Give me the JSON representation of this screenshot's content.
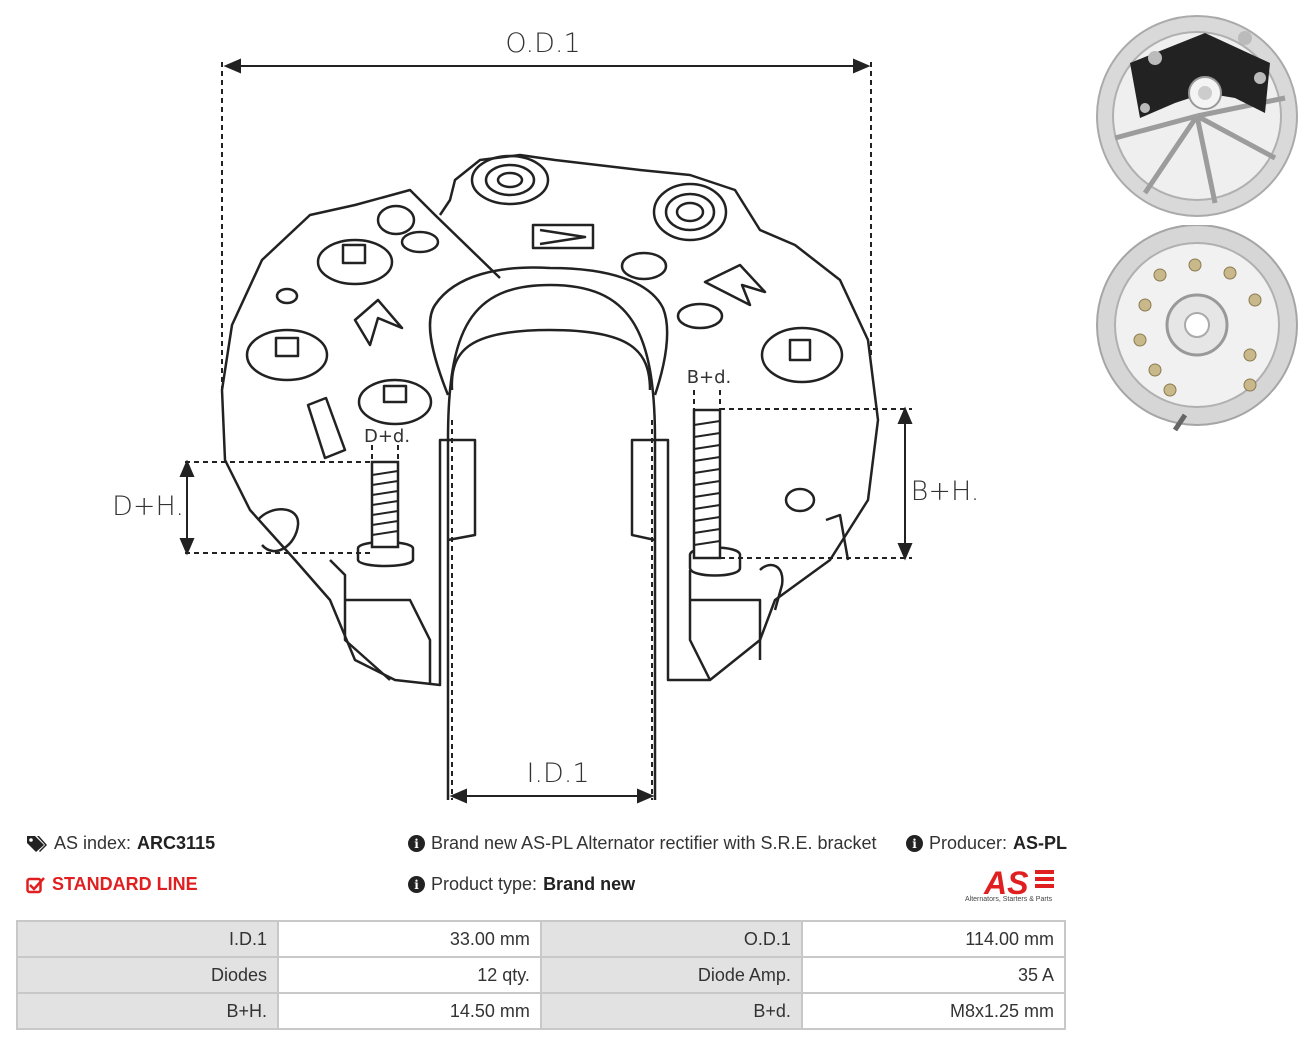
{
  "diagram": {
    "labels": {
      "od": "O.D.1",
      "id": "I.D.1",
      "bh": "B+H.",
      "dh": "D+H.",
      "bd": "B+d.",
      "dd": "D+d."
    }
  },
  "info": {
    "index_label": "AS index:",
    "index_value": "ARC3115",
    "line": "STANDARD LINE",
    "description": "Brand new AS-PL Alternator rectifier with S.R.E. bracket",
    "producer_label": "Producer:",
    "producer_value": "AS-PL",
    "type_label": "Product type:",
    "type_value": "Brand new"
  },
  "logo": {
    "text": "AS",
    "tagline": "Alternators, Starters & Parts",
    "color": "#e02020"
  },
  "specs": {
    "rows": [
      [
        "I.D.1",
        "33.00 mm",
        "O.D.1",
        "114.00 mm"
      ],
      [
        "Diodes",
        "12 qty.",
        "Diode Amp.",
        "35 A"
      ],
      [
        "B+H.",
        "14.50 mm",
        "B+d.",
        "M8x1.25 mm"
      ]
    ]
  },
  "icons": {
    "tags": "tags-icon",
    "check": "check-square-icon",
    "info": "info-circle-icon"
  }
}
